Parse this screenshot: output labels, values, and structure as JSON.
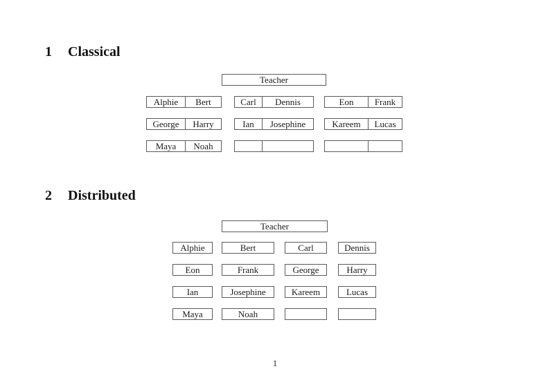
{
  "page": {
    "number": "1"
  },
  "colors": {
    "background": "#ffffff",
    "border": "#5a5a5a",
    "text": "#1a1a1a"
  },
  "sections": [
    {
      "number": "1",
      "title": "Classical",
      "teacher_label": "Teacher",
      "desks": [
        [
          "Alphie",
          "Bert"
        ],
        [
          "Carl",
          "Dennis"
        ],
        [
          "Eon",
          "Frank"
        ],
        [
          "George",
          "Harry"
        ],
        [
          "Ian",
          "Josephine"
        ],
        [
          "Kareem",
          "Lucas"
        ],
        [
          "Maya",
          "Noah"
        ],
        [
          "",
          ""
        ],
        [
          "",
          ""
        ]
      ]
    },
    {
      "number": "2",
      "title": "Distributed",
      "teacher_label": "Teacher",
      "seats": [
        "Alphie",
        "Bert",
        "Carl",
        "Dennis",
        "Eon",
        "Frank",
        "George",
        "Harry",
        "Ian",
        "Josephine",
        "Kareem",
        "Lucas",
        "Maya",
        "Noah",
        "",
        ""
      ]
    }
  ]
}
